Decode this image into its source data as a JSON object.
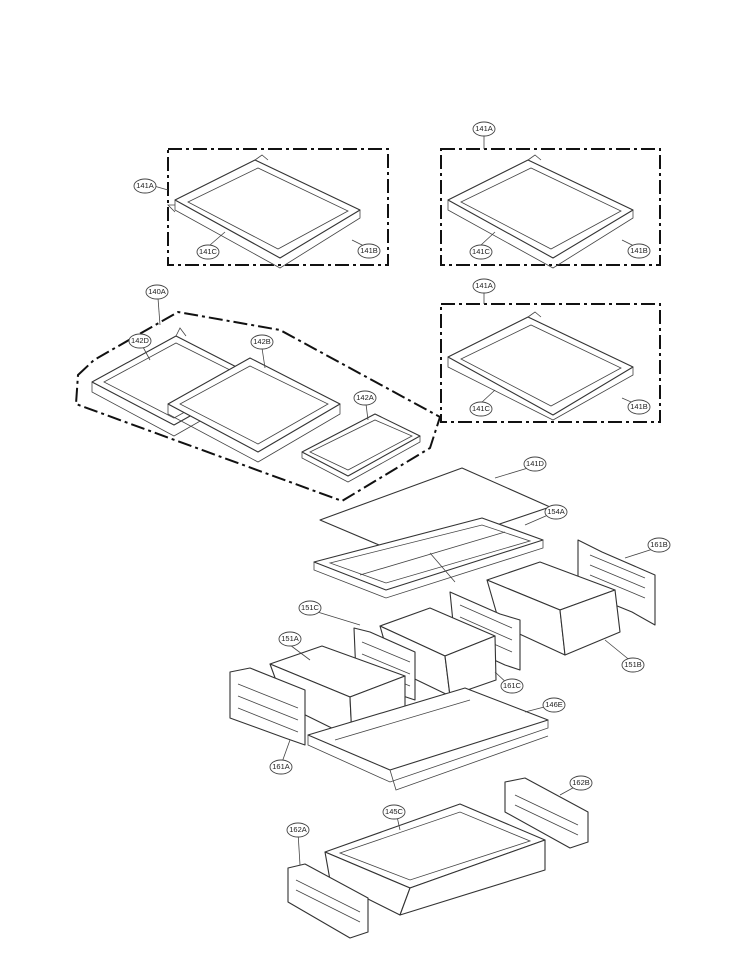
{
  "callouts": {
    "shelf_a": [
      "141A",
      "141C",
      "141B"
    ],
    "shelf_b": [
      "141A",
      "141C",
      "141B"
    ],
    "shelf_c": [
      "141A",
      "141C",
      "141B"
    ],
    "assembly": [
      "140A",
      "142D",
      "142B",
      "142A"
    ],
    "cover": [
      "141D",
      "154A"
    ],
    "crisper": [
      "151C",
      "151A",
      "151B",
      "161B",
      "161C",
      "161A",
      "146E"
    ],
    "pantry": [
      "162A",
      "145C",
      "162B"
    ]
  }
}
